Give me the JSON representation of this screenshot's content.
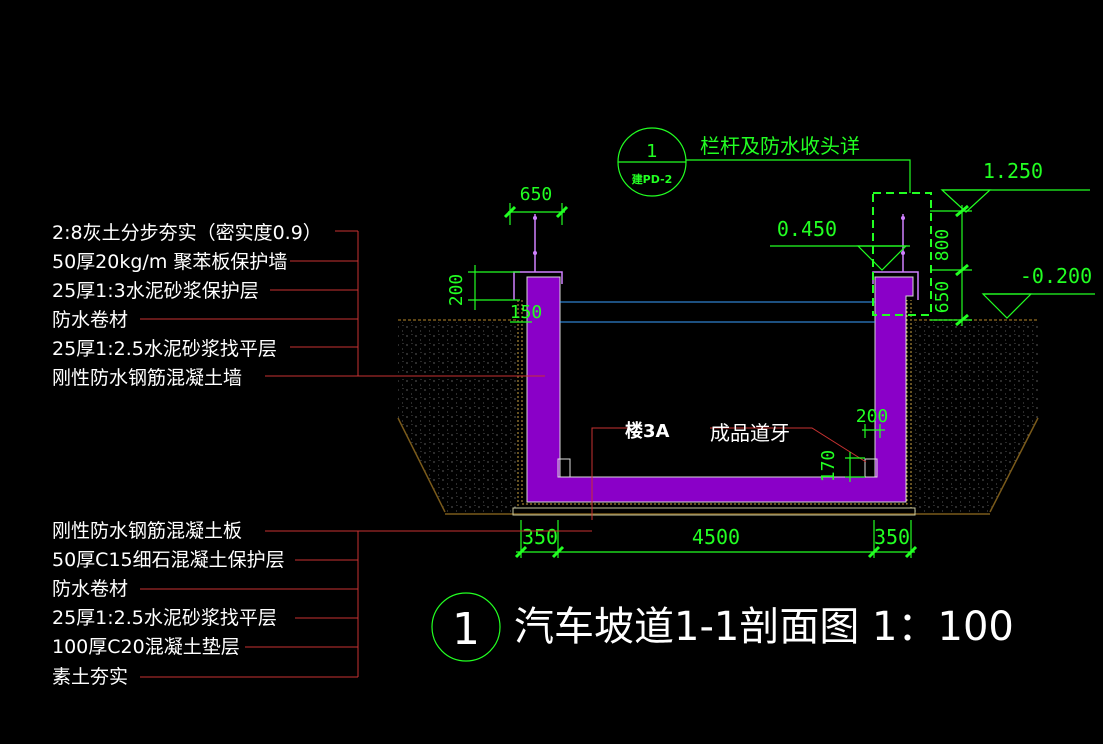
{
  "colors": {
    "background": "#000000",
    "concrete": "#8a00c8",
    "dimension": "#22ff22",
    "leader": "#c83232",
    "text": "#ffffff",
    "water_line": "#3aa0ff",
    "soil": "#7a5a1a"
  },
  "left_notes_top": [
    "2:8灰土分步夯实（密实度0.9）",
    "50厚20kg/m 聚苯板保护墙",
    "25厚1:3水泥砂浆保护层",
    "防水卷材",
    "25厚1:2.5水泥砂浆找平层",
    "刚性防水钢筋混凝土墙"
  ],
  "left_notes_bottom": [
    "刚性防水钢筋混凝土板",
    "50厚C15细石混凝土保护层",
    "防水卷材",
    "25厚1:2.5水泥砂浆找平层",
    "100厚C20混凝土垫层",
    "素土夯实"
  ],
  "detail_ref": {
    "number": "1",
    "sheet": "建PD-2",
    "label": "栏杆及防水收头详"
  },
  "dims": {
    "top_left_width": "650",
    "left_200": "200",
    "left_150": "150",
    "right_800": "800",
    "right_650": "650",
    "curb_200": "200",
    "curb_170": "170",
    "bottom_left": "350",
    "bottom_center": "4500",
    "bottom_right": "350"
  },
  "elevations": {
    "top": "1.250",
    "mid": "0.450",
    "ground": "-0.200"
  },
  "labels": {
    "floor_ref": "楼3A",
    "curb": "成品道牙"
  },
  "title": {
    "number": "1",
    "text": "汽车坡道1-1剖面图 1：100"
  }
}
